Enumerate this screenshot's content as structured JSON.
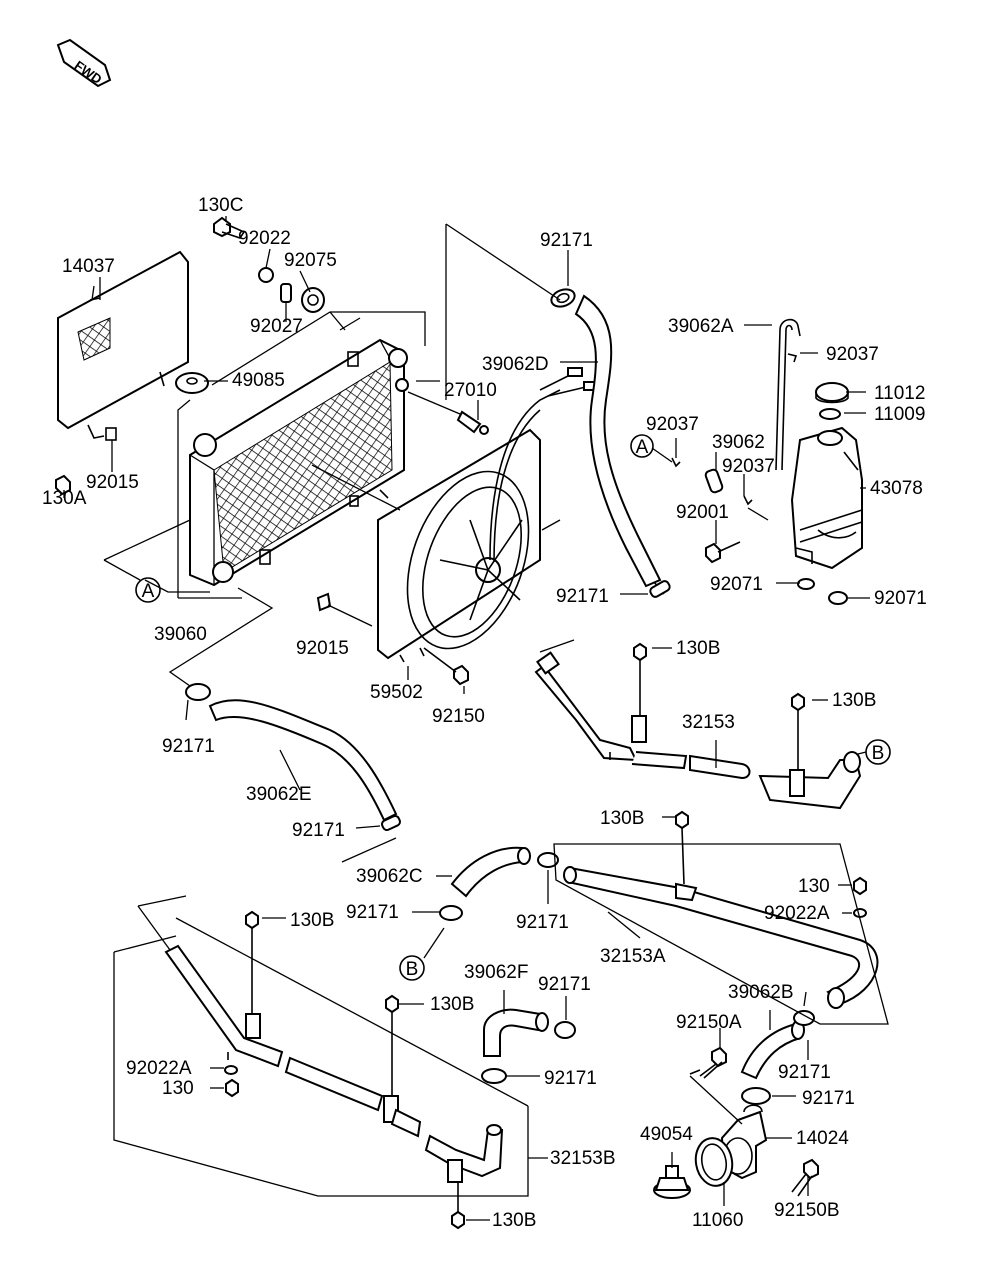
{
  "fwd_label": "FWD",
  "labels": {
    "p130C": "130C",
    "p92022": "92022",
    "p92075": "92075",
    "p14037": "14037",
    "p92027": "92027",
    "p49085": "49085",
    "p92015a": "92015",
    "p130A": "130A",
    "pA1": "A",
    "p39060": "39060",
    "p92171a": "92171",
    "p39062D": "39062D",
    "p27010": "27010",
    "p92015b": "92015",
    "p59502": "59502",
    "p92150": "92150",
    "p39062A": "39062A",
    "p92037a": "92037",
    "p11012": "11012",
    "p11009": "11009",
    "p92037b": "92037",
    "pA2": "A",
    "p39062": "39062",
    "p92037c": "92037",
    "p43078": "43078",
    "p92001": "92001",
    "p92071a": "92071",
    "p92071b": "92071",
    "p92171b": "92171",
    "p130Ba": "130B",
    "p130Bb": "130B",
    "p32153": "32153",
    "pB1": "B",
    "p92171c": "92171",
    "p39062E": "39062E",
    "p92171d": "92171",
    "p130Bc": "130B",
    "p39062C": "39062C",
    "p130a": "130",
    "p92022A": "92022A",
    "p92171e": "92171",
    "p92171f": "92171",
    "p32153A": "32153A",
    "p130Bd": "130B",
    "pB2": "B",
    "p39062F": "39062F",
    "p92171g": "92171",
    "p130Be": "130B",
    "p39062B": "39062B",
    "p92150A": "92150A",
    "p92022A2": "92022A",
    "p92171h": "92171",
    "p130b": "130",
    "p92171i": "92171",
    "p92171j": "92171",
    "p49054": "49054",
    "p14024": "14024",
    "p32153B": "32153B",
    "p11060": "11060",
    "p92150B": "92150B",
    "p130Bf": "130B"
  }
}
